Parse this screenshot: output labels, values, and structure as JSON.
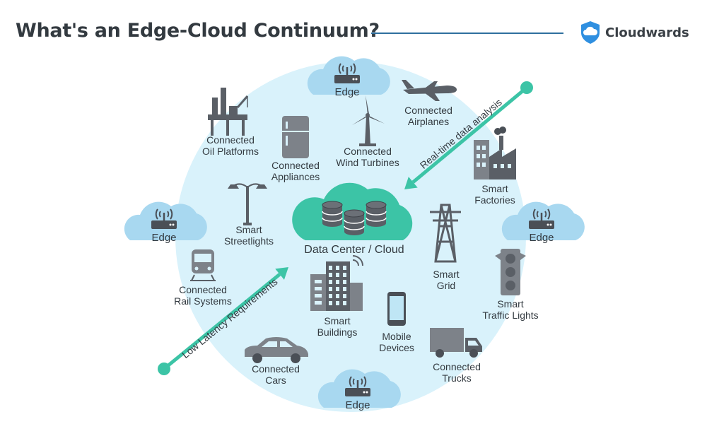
{
  "header": {
    "title": "What's an Edge-Cloud Continuum?",
    "brand": "Cloudwards"
  },
  "colors": {
    "circle": "#d9f2fb",
    "edge_cloud": "#a8d8f0",
    "core_cloud": "#3cc4a6",
    "arrow": "#3cc4a6",
    "icon": "#5a5f66",
    "text": "#333a40",
    "brand": "#2f8fe0"
  },
  "center": {
    "label": "Data Center / Cloud",
    "icon": "database-cluster-icon"
  },
  "edges": [
    {
      "id": "top",
      "label": "Edge",
      "icon": "router-icon"
    },
    {
      "id": "left",
      "label": "Edge",
      "icon": "router-icon"
    },
    {
      "id": "right",
      "label": "Edge",
      "icon": "router-icon"
    },
    {
      "id": "bottom",
      "label": "Edge",
      "icon": "router-icon"
    }
  ],
  "devices": [
    {
      "id": "oil",
      "lines": [
        "Connected",
        "Oil Platforms"
      ],
      "icon": "oil-platform-icon"
    },
    {
      "id": "appliances",
      "lines": [
        "Connected",
        "Appliances"
      ],
      "icon": "refrigerator-icon"
    },
    {
      "id": "wind",
      "lines": [
        "Connected",
        "Wind Turbines"
      ],
      "icon": "wind-turbine-icon"
    },
    {
      "id": "airplanes",
      "lines": [
        "Connected",
        "Airplanes"
      ],
      "icon": "airplane-icon"
    },
    {
      "id": "factories",
      "lines": [
        "Smart",
        "Factories"
      ],
      "icon": "factory-icon"
    },
    {
      "id": "streetlights",
      "lines": [
        "Smart",
        "Streetlights"
      ],
      "icon": "streetlight-icon"
    },
    {
      "id": "grid",
      "lines": [
        "Smart",
        "Grid"
      ],
      "icon": "power-tower-icon"
    },
    {
      "id": "rail",
      "lines": [
        "Connected",
        "Rail Systems"
      ],
      "icon": "train-icon"
    },
    {
      "id": "buildings",
      "lines": [
        "Smart",
        "Buildings"
      ],
      "icon": "building-icon"
    },
    {
      "id": "traffic",
      "lines": [
        "Smart",
        "Traffic Lights"
      ],
      "icon": "traffic-light-icon"
    },
    {
      "id": "mobile",
      "lines": [
        "Mobile",
        "Devices"
      ],
      "icon": "smartphone-icon"
    },
    {
      "id": "cars",
      "lines": [
        "Connected",
        "Cars"
      ],
      "icon": "car-icon"
    },
    {
      "id": "trucks",
      "lines": [
        "Connected",
        "Trucks"
      ],
      "icon": "truck-icon"
    }
  ],
  "arrows": [
    {
      "id": "realtime",
      "label": "Real-time data analysis"
    },
    {
      "id": "latency",
      "label": "Low Latency Requirements"
    }
  ]
}
